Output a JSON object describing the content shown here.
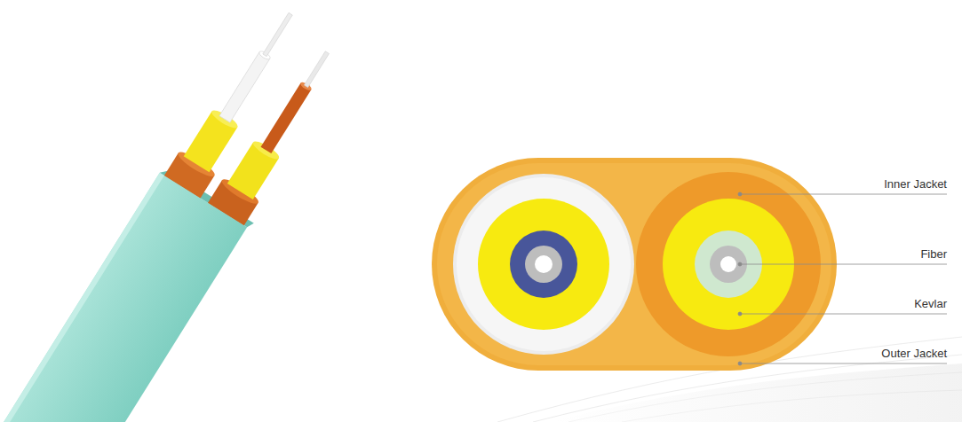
{
  "diagram": {
    "labels": [
      "Inner Jacket",
      "Fiber",
      "Kevlar",
      "Outer Jacket"
    ]
  }
}
